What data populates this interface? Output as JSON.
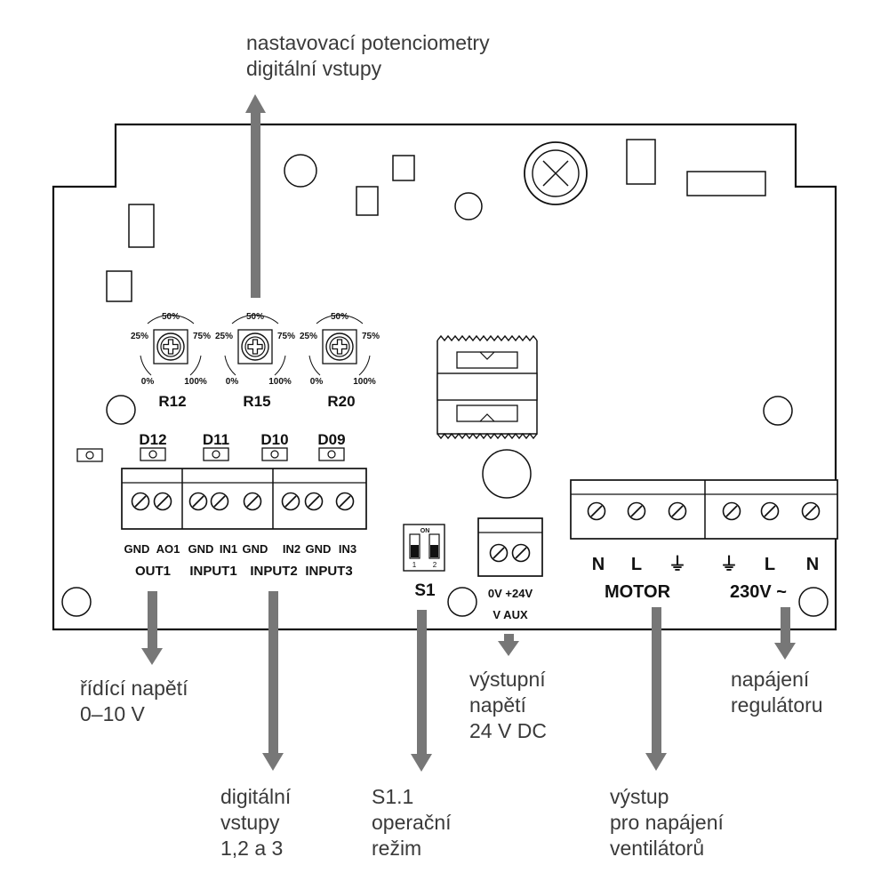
{
  "callouts": {
    "top": [
      "nastavovací potenciometry",
      "digitální vstupy"
    ],
    "control_voltage": [
      "řídící napětí",
      "0–10 V"
    ],
    "digital_inputs": [
      "digitální",
      "vstupy",
      "1,2 a 3"
    ],
    "operating_mode": [
      "S1.1",
      "operační",
      "režim"
    ],
    "output_voltage": [
      "výstupní",
      "napětí",
      "24 V DC"
    ],
    "fan_output": [
      "výstup",
      "pro napájení",
      "ventilátorů"
    ],
    "regulator_supply": [
      "napájení",
      "regulátoru"
    ]
  },
  "potentiometers": [
    {
      "name": "R12",
      "scale": {
        "p0": "0%",
        "p25": "25%",
        "p50": "50%",
        "p75": "75%",
        "p100": "100%"
      }
    },
    {
      "name": "R15",
      "scale": {
        "p0": "0%",
        "p25": "25%",
        "p50": "50%",
        "p75": "75%",
        "p100": "100%"
      }
    },
    {
      "name": "R20",
      "scale": {
        "p0": "0%",
        "p25": "25%",
        "p50": "50%",
        "p75": "75%",
        "p100": "100%"
      }
    }
  ],
  "leds": [
    "D12",
    "D11",
    "D10",
    "D09"
  ],
  "terminals": {
    "pins": [
      "GND",
      "AO1",
      "GND",
      "IN1",
      "GND",
      "IN2",
      "GND",
      "IN3"
    ],
    "groups": [
      "OUT1",
      "INPUT1",
      "INPUT2",
      "INPUT3"
    ]
  },
  "switch": {
    "name": "S1",
    "on_label": "ON",
    "positions": [
      "1",
      "2"
    ]
  },
  "aux": {
    "pins": "0V +24V",
    "name": "V AUX"
  },
  "motor": {
    "pins": [
      "N",
      "L",
      "⏚"
    ],
    "name": "MOTOR"
  },
  "mains": {
    "pins": [
      "⏚",
      "L",
      "N"
    ],
    "name": "230V ~"
  }
}
